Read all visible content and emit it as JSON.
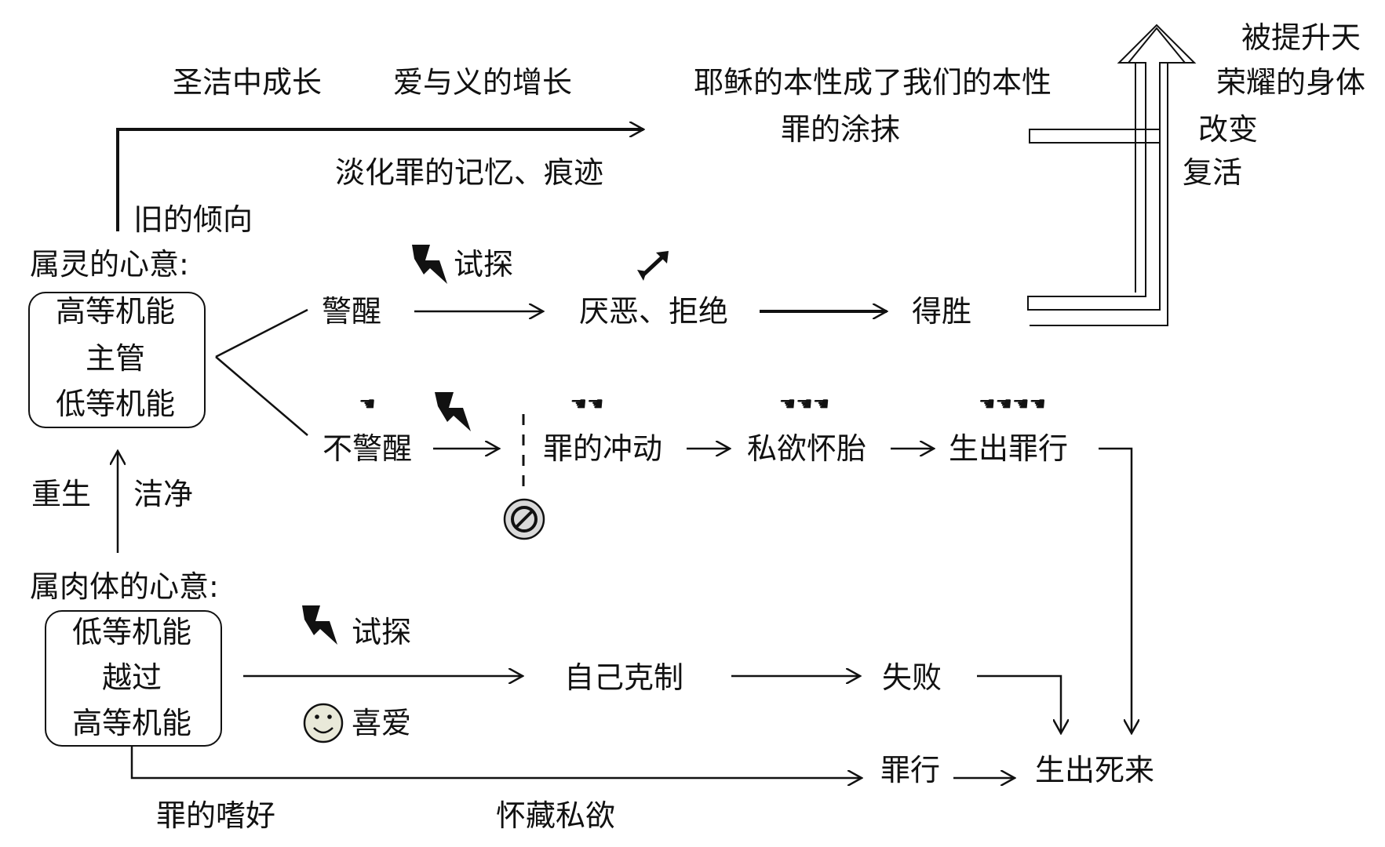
{
  "top": {
    "growth_holiness": "圣洁中成长",
    "growth_love": "爱与义的增长",
    "nature": "耶稣的本性成了我们的本性",
    "erase_sin": "罪的涂抹",
    "fade_memory": "淡化罪的记忆、痕迹",
    "old_tendency": "旧的倾向"
  },
  "glory": {
    "raptured": "被提升天",
    "glorious_body": "荣耀的身体",
    "change": "改变",
    "resurrection": "复活"
  },
  "spirit_mind": {
    "title": "属灵的心意:",
    "line1": "高等机能",
    "line2": "主管",
    "line3": "低等机能"
  },
  "upper_path": {
    "temptation": "试探",
    "alert": "警醒",
    "reject": "厌恶、拒绝",
    "victory": "得胜"
  },
  "lower_path": {
    "not_alert": "不警醒",
    "impulse": "罪的冲动",
    "conceive": "私欲怀胎",
    "bring_sin": "生出罪行"
  },
  "regen": {
    "rebirth": "重生",
    "cleanse": "洁净"
  },
  "flesh_mind": {
    "title": "属肉体的心意:",
    "line1": "低等机能",
    "line2": "越过",
    "line3": "高等机能"
  },
  "flesh_path": {
    "temptation": "试探",
    "love": "喜爱",
    "self_control": "自己克制",
    "failure": "失败",
    "sin": "罪行",
    "death": "生出死来",
    "sin_habit": "罪的嗜好",
    "harbor_lust": "怀藏私欲"
  },
  "icons": {
    "lightning": "lightning-icon",
    "arrow_up_right": "arrow-icon",
    "pointing_hand": "pointing-hand-icon",
    "no_sign": "no-entry-icon",
    "smiley": "smiley-icon"
  }
}
